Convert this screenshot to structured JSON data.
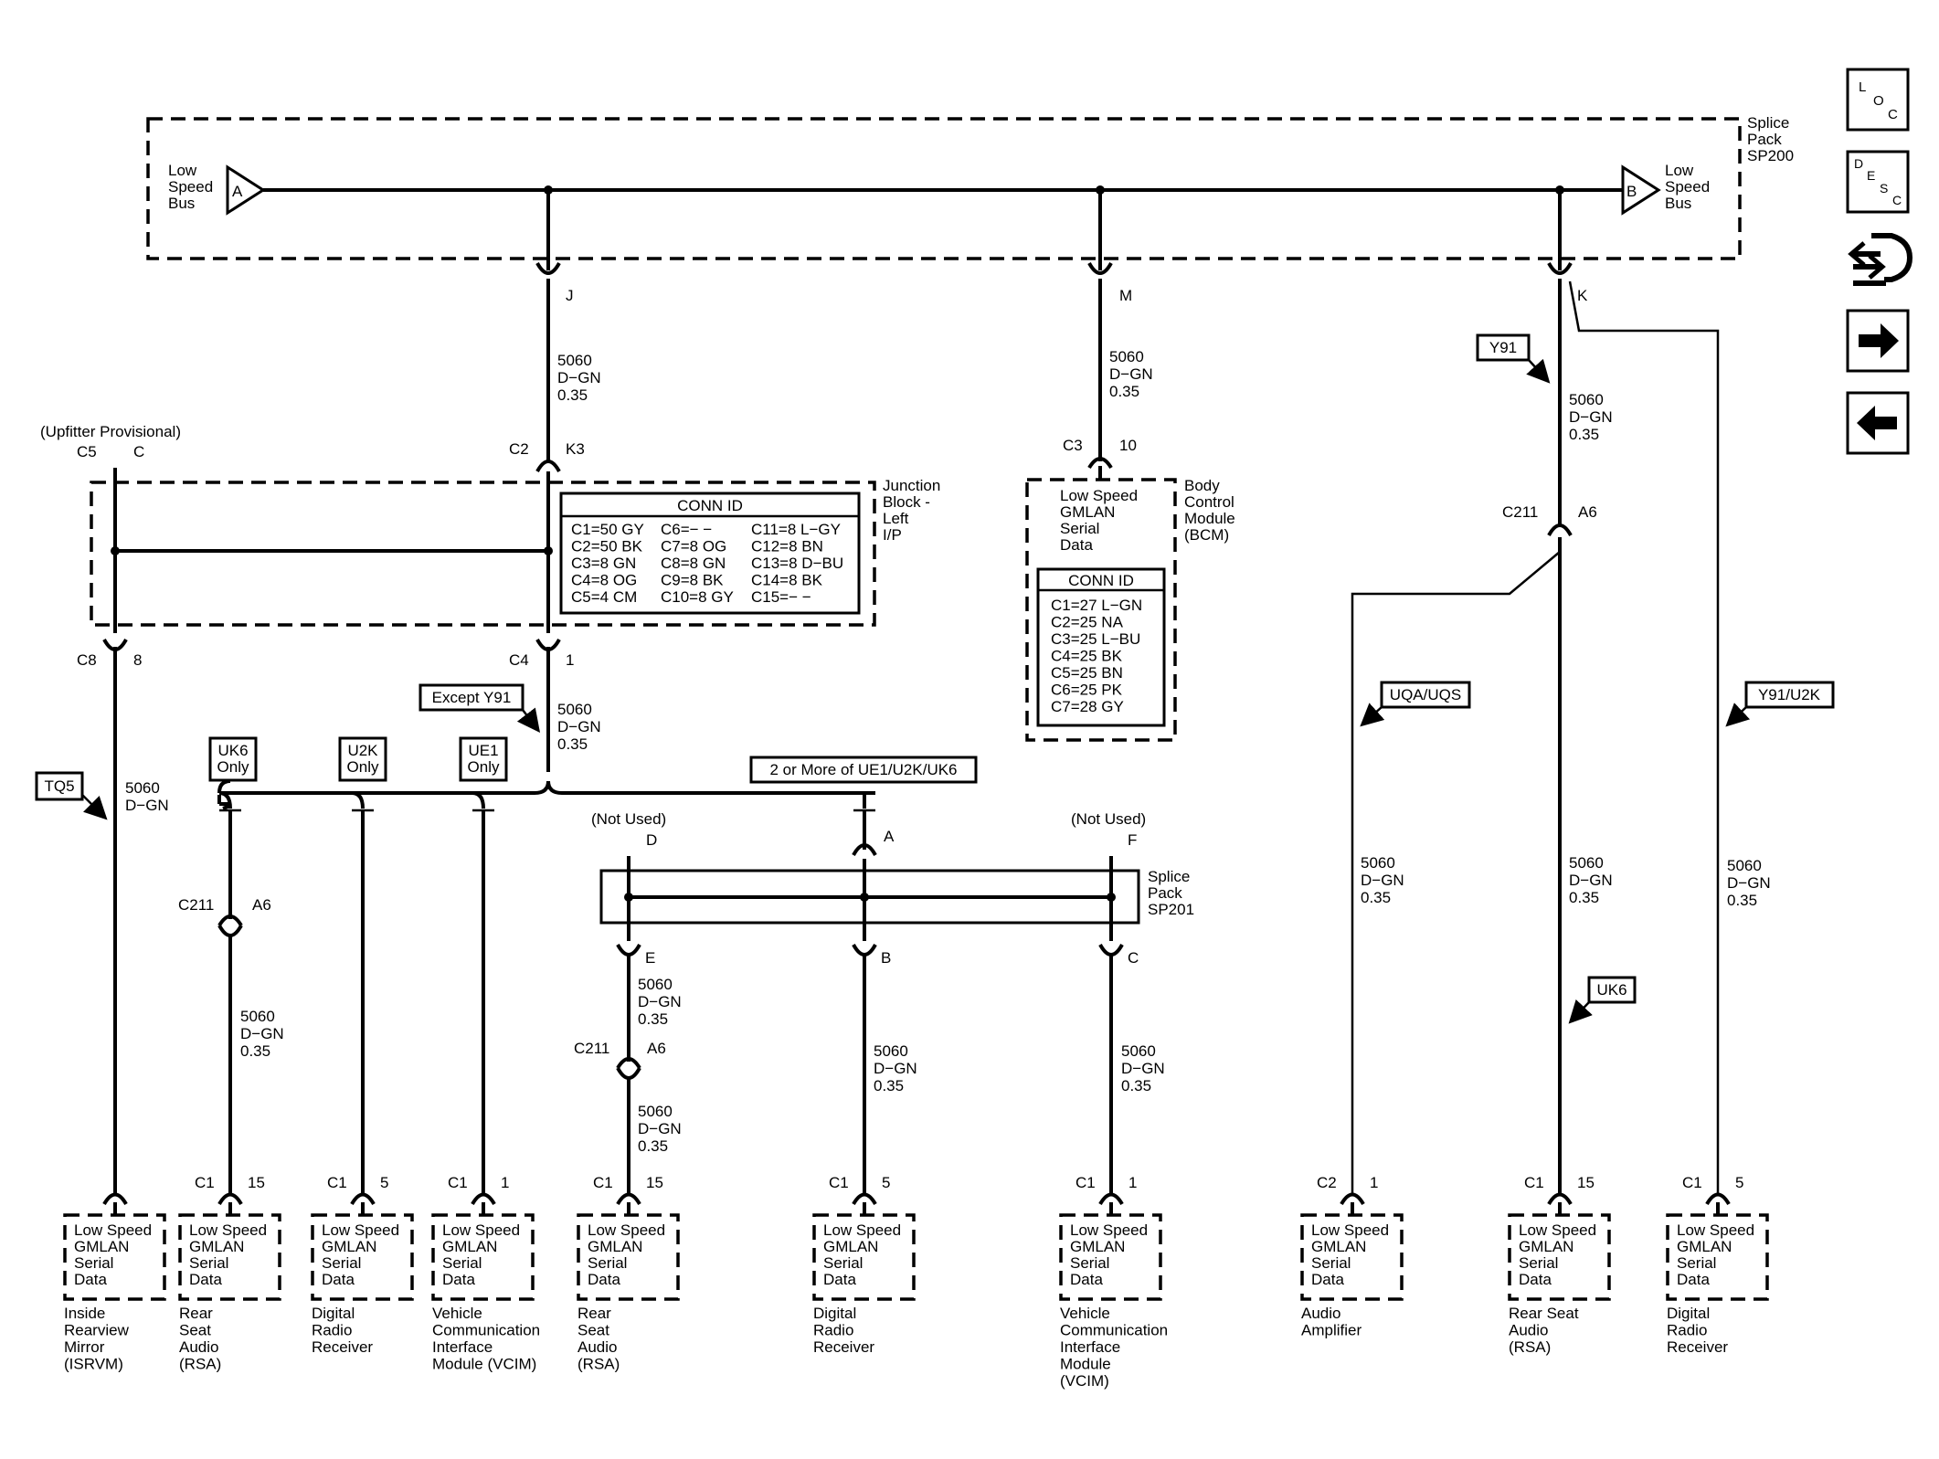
{
  "splice_sp200": {
    "name": "Splice\nPack\nSP200",
    "left_bus_label": "Low\nSpeed\nBus",
    "left_bus_pin": "A",
    "right_bus_label": "Low\nSpeed\nBus",
    "right_bus_pin": "B",
    "pins": [
      "J",
      "M",
      "K"
    ]
  },
  "wire": {
    "circuit": "5060",
    "color": "D-GN",
    "gauge": "0.35",
    "color_short": "D−GN"
  },
  "junction_block": {
    "name": "Junction\nBlock -\nLeft\nI/P",
    "upfitter": "(Upfitter Provisional)",
    "top_left_conn": "C5",
    "top_left_pin": "C",
    "top_right_conn": "C2",
    "top_right_pin": "K3",
    "bottom_left_conn": "C8",
    "bottom_left_pin": "8",
    "bottom_right_conn": "C4",
    "bottom_right_pin": "1",
    "conn_id_title": "CONN ID",
    "conn_id_rows": [
      [
        "C1=50 GY",
        "C6=− −",
        "C11=8 L−GY"
      ],
      [
        "C2=50 BK",
        "C7=8 OG",
        "C12=8 BN"
      ],
      [
        "C3=8 GN",
        "C8=8 GN",
        "C13=8 D−BU"
      ],
      [
        "C4=8 OG",
        "C9=8 BK",
        "C14=8 BK"
      ],
      [
        "C5=4 CM",
        "C10=8 GY",
        "C15=− −"
      ]
    ]
  },
  "bcm": {
    "name": "Body\nControl\nModule\n(BCM)",
    "conn": "C3",
    "pin": "10",
    "inner_label": "Low Speed\nGMLAN\nSerial\nData",
    "conn_id_title": "CONN ID",
    "conn_id_rows": [
      "C1=27 L−GN",
      "C2=25 NA",
      "C3=25 L−BU",
      "C4=25 BK",
      "C5=25 BN",
      "C6=25 PK",
      "C7=28 GY"
    ]
  },
  "options": {
    "y91": "Y91",
    "except_y91": "Except Y91",
    "tq5": "TQ5",
    "uk6_only": "UK6\nOnly",
    "u2k_only": "U2K\nOnly",
    "ue1_only": "UE1\nOnly",
    "two_or_more": "2 or More of UE1/U2K/UK6",
    "uqa_uqs": "UQA/UQS",
    "y91_u2k": "Y91/U2K",
    "uk6": "UK6"
  },
  "inline_c211": {
    "conn": "C211",
    "pin": "A6"
  },
  "splice_sp201": {
    "name": "Splice\nPack\nSP201",
    "not_used": "(Not Used)",
    "top_pins": [
      "D",
      "A",
      "F"
    ],
    "bottom_pins": [
      "E",
      "B",
      "C"
    ]
  },
  "module_label": "Low Speed\nGMLAN\nSerial\nData",
  "modules": [
    {
      "conn": "",
      "pin": "",
      "name": "Inside\nRearview\nMirror\n(ISRVM)"
    },
    {
      "conn": "C1",
      "pin": "15",
      "name": "Rear\nSeat\nAudio\n(RSA)"
    },
    {
      "conn": "C1",
      "pin": "5",
      "name": "Digital\nRadio\nReceiver"
    },
    {
      "conn": "C1",
      "pin": "1",
      "name": "Vehicle\nCommunication\nInterface\nModule (VCIM)"
    },
    {
      "conn": "C1",
      "pin": "15",
      "name": "Rear\nSeat\nAudio\n(RSA)"
    },
    {
      "conn": "C1",
      "pin": "5",
      "name": "Digital\nRadio\nReceiver"
    },
    {
      "conn": "C1",
      "pin": "1",
      "name": "Vehicle\nCommunication\nInterface\nModule\n(VCIM)"
    },
    {
      "conn": "C2",
      "pin": "1",
      "name": "Audio\nAmplifier"
    },
    {
      "conn": "C1",
      "pin": "15",
      "name": "Rear Seat\nAudio\n(RSA)"
    },
    {
      "conn": "C1",
      "pin": "5",
      "name": "Digital\nRadio\nReceiver"
    }
  ],
  "nav": {
    "loc": "LOC",
    "desc": "DESC",
    "loc_icon": "loc-icon",
    "desc_icon": "desc-icon",
    "connector_icon": "connector-icon",
    "next_icon": "arrow-right-icon",
    "prev_icon": "arrow-left-icon"
  }
}
